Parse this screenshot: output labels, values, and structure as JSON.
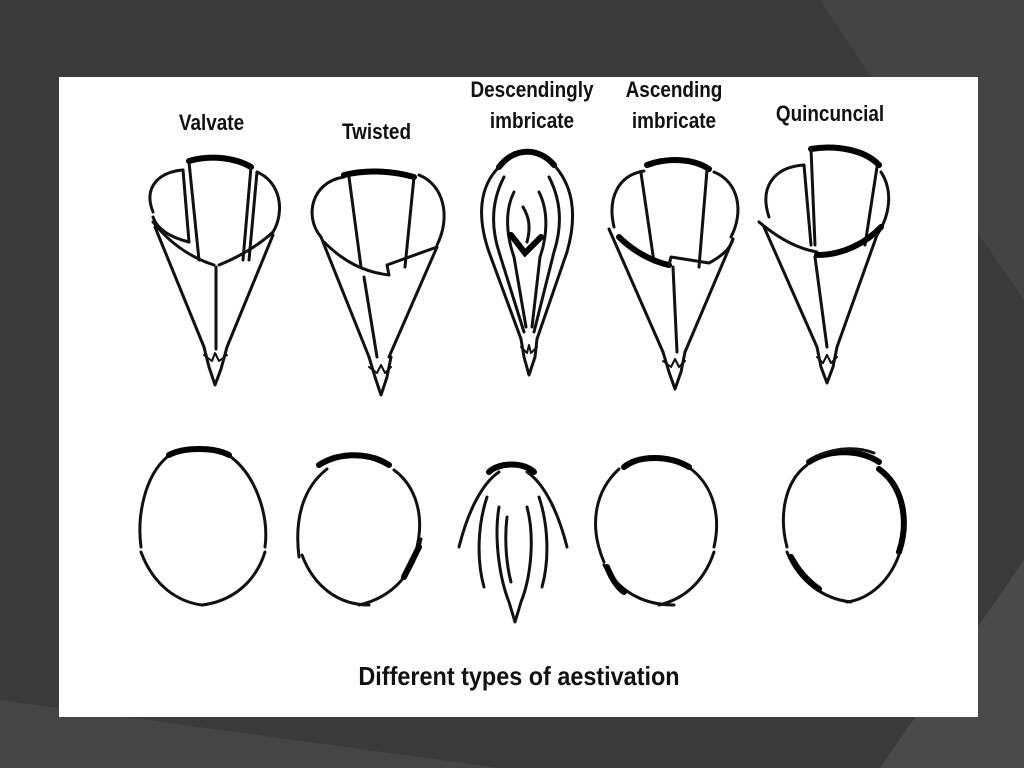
{
  "diagram": {
    "labels": {
      "valvate": "Valvate",
      "twisted": "Twisted",
      "descending_line1": "Descendingly",
      "descending_line2": "imbricate",
      "ascending_line1": "Ascending",
      "ascending_line2": "imbricate",
      "quincuncial": "Quincuncial"
    },
    "caption": "Different types of aestivation"
  },
  "colors": {
    "slide_background": "#3b3b3b",
    "panel": "#ffffff",
    "ink": "#111111"
  }
}
